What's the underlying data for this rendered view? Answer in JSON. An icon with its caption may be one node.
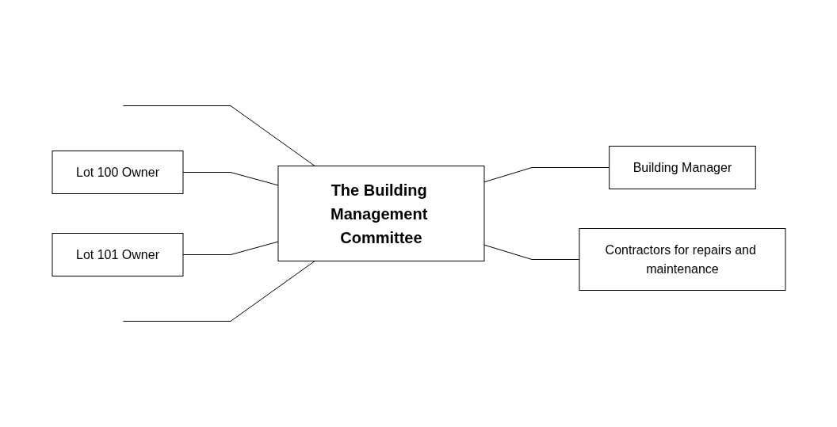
{
  "diagram": {
    "nodes": [
      {
        "text": [
          "Lot 100 Owner"
        ]
      },
      {
        "text": [
          "Lot 101 Owner"
        ]
      },
      {
        "text": [
          "The Building Management Committee"
        ]
      },
      {
        "text": [
          "Building Manager"
        ]
      },
      {
        "text": [
          "Contractors for repairs and maintenance"
        ]
      }
    ],
    "edges": [
      {
        "from": null,
        "to": 2,
        "arrow": "none"
      },
      {
        "from": 0,
        "to": 2,
        "arrow": "none"
      },
      {
        "from": 1,
        "to": 2,
        "arrow": "none"
      },
      {
        "from": null,
        "to": 2,
        "arrow": "none"
      },
      {
        "from": 2,
        "to": 3,
        "arrow": "none"
      },
      {
        "from": 2,
        "to": 4,
        "arrow": "none"
      }
    ]
  }
}
